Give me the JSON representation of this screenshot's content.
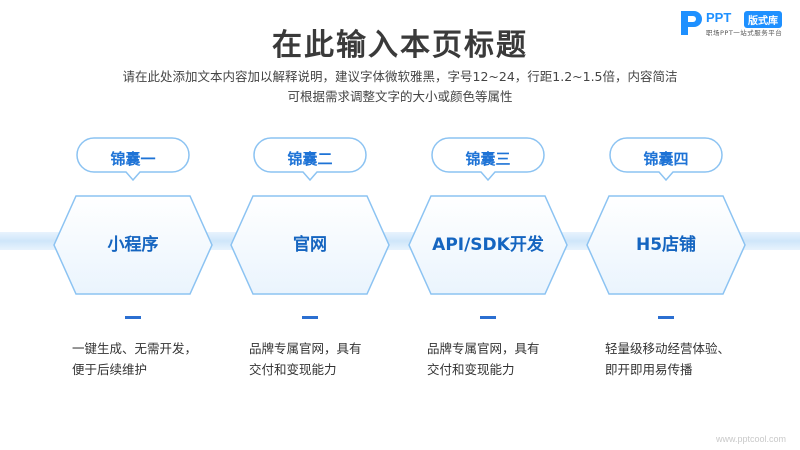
{
  "title": "在此输入本页标题",
  "subtitle_line1": "请在此处添加文本内容加以解释说明，建议字体微软雅黑，字号12~24，行距1.2~1.5倍，内容简洁",
  "subtitle_line2": "可根据需求调整文字的大小或颜色等属性",
  "logo": {
    "brand": "PPT",
    "badge": "版式库",
    "tagline": "职场PPT一站式服务平台"
  },
  "colors": {
    "accent": "#1e73d6",
    "band": "#cfe6fa",
    "hex_border": "#8cc3f2"
  },
  "cards": [
    {
      "tag": "锦囊一",
      "name": "小程序",
      "desc_line1": "一键生成、无需开发，",
      "desc_line2": "便于后续维护"
    },
    {
      "tag": "锦囊二",
      "name": "官网",
      "desc_line1": "品牌专属官网，具有",
      "desc_line2": "交付和变现能力"
    },
    {
      "tag": "锦囊三",
      "name": "API/SDK开发",
      "desc_line1": "品牌专属官网，具有",
      "desc_line2": "交付和变现能力"
    },
    {
      "tag": "锦囊四",
      "name": "H5店铺",
      "desc_line1": "轻量级移动经营体验、",
      "desc_line2": "即开即用易传播"
    }
  ],
  "watermark": "www.pptcool.com"
}
